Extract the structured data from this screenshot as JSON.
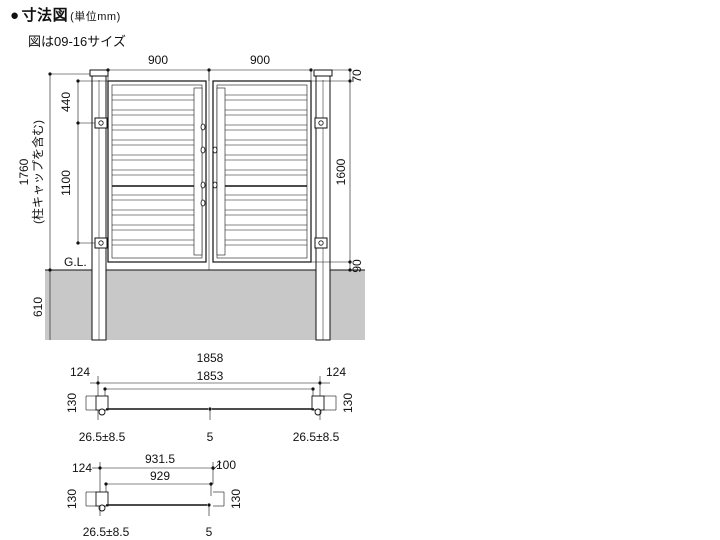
{
  "header": {
    "bullet": "●",
    "title": "寸法図",
    "unit": "(単位mm)",
    "subtitle": "図は09-16サイズ"
  },
  "elevation": {
    "top_left_width": "900",
    "top_right_width": "900",
    "left_top": "440",
    "left_mid": "1100",
    "left_total": "1760",
    "left_total_note": "(柱キャップを含む)",
    "left_ground": "610",
    "ground_label": "G.L.",
    "right_top": "70",
    "right_mid": "1600",
    "right_bottom": "90"
  },
  "plan_double": {
    "overall": "1858",
    "inner": "1853",
    "left_post": "124",
    "right_post": "124",
    "left_depth": "130",
    "right_depth": "130",
    "left_offset": "26.5±8.5",
    "center_gap": "5",
    "right_offset": "26.5±8.5"
  },
  "plan_single": {
    "overall": "931.5",
    "inner": "929",
    "left_post": "124",
    "right_note": "100",
    "left_depth": "130",
    "right_depth": "130",
    "left_offset": "26.5±8.5",
    "end_gap": "5"
  },
  "colors": {
    "ground": "#c8c8c8",
    "line": "#111111",
    "panel": "#ffffff"
  }
}
